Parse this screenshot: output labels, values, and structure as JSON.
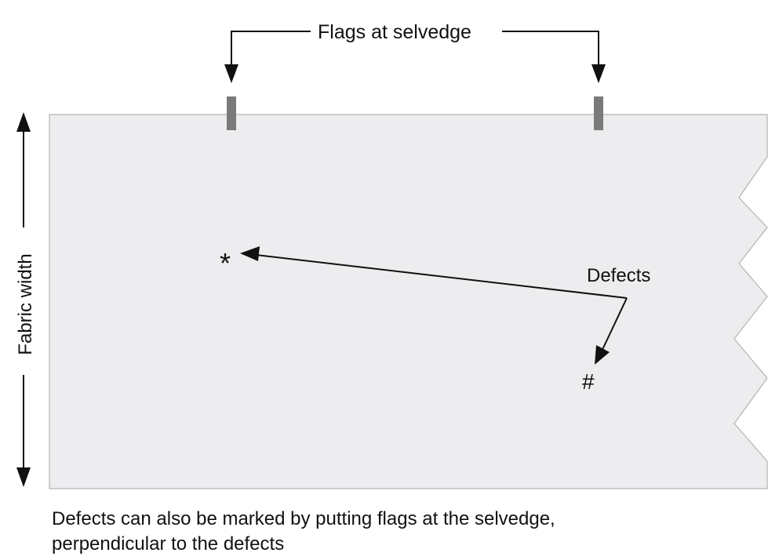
{
  "labels": {
    "flags": "Flags at selvedge",
    "defects": "Defects",
    "fabric_width": "Fabric width"
  },
  "marks": {
    "defect_1": "*",
    "defect_2": "#"
  },
  "caption": {
    "line1": "Defects can also be marked by putting flags at the selvedge,",
    "line2": "perpendicular to the defects"
  },
  "colors": {
    "fabric_fill": "#ededef",
    "fabric_stroke": "#b3b3b3",
    "flag": "#7a7a7a",
    "ink": "#111111"
  },
  "icons": {
    "flag_marker": "flag-icon",
    "arrow_head": "arrow-icon"
  }
}
